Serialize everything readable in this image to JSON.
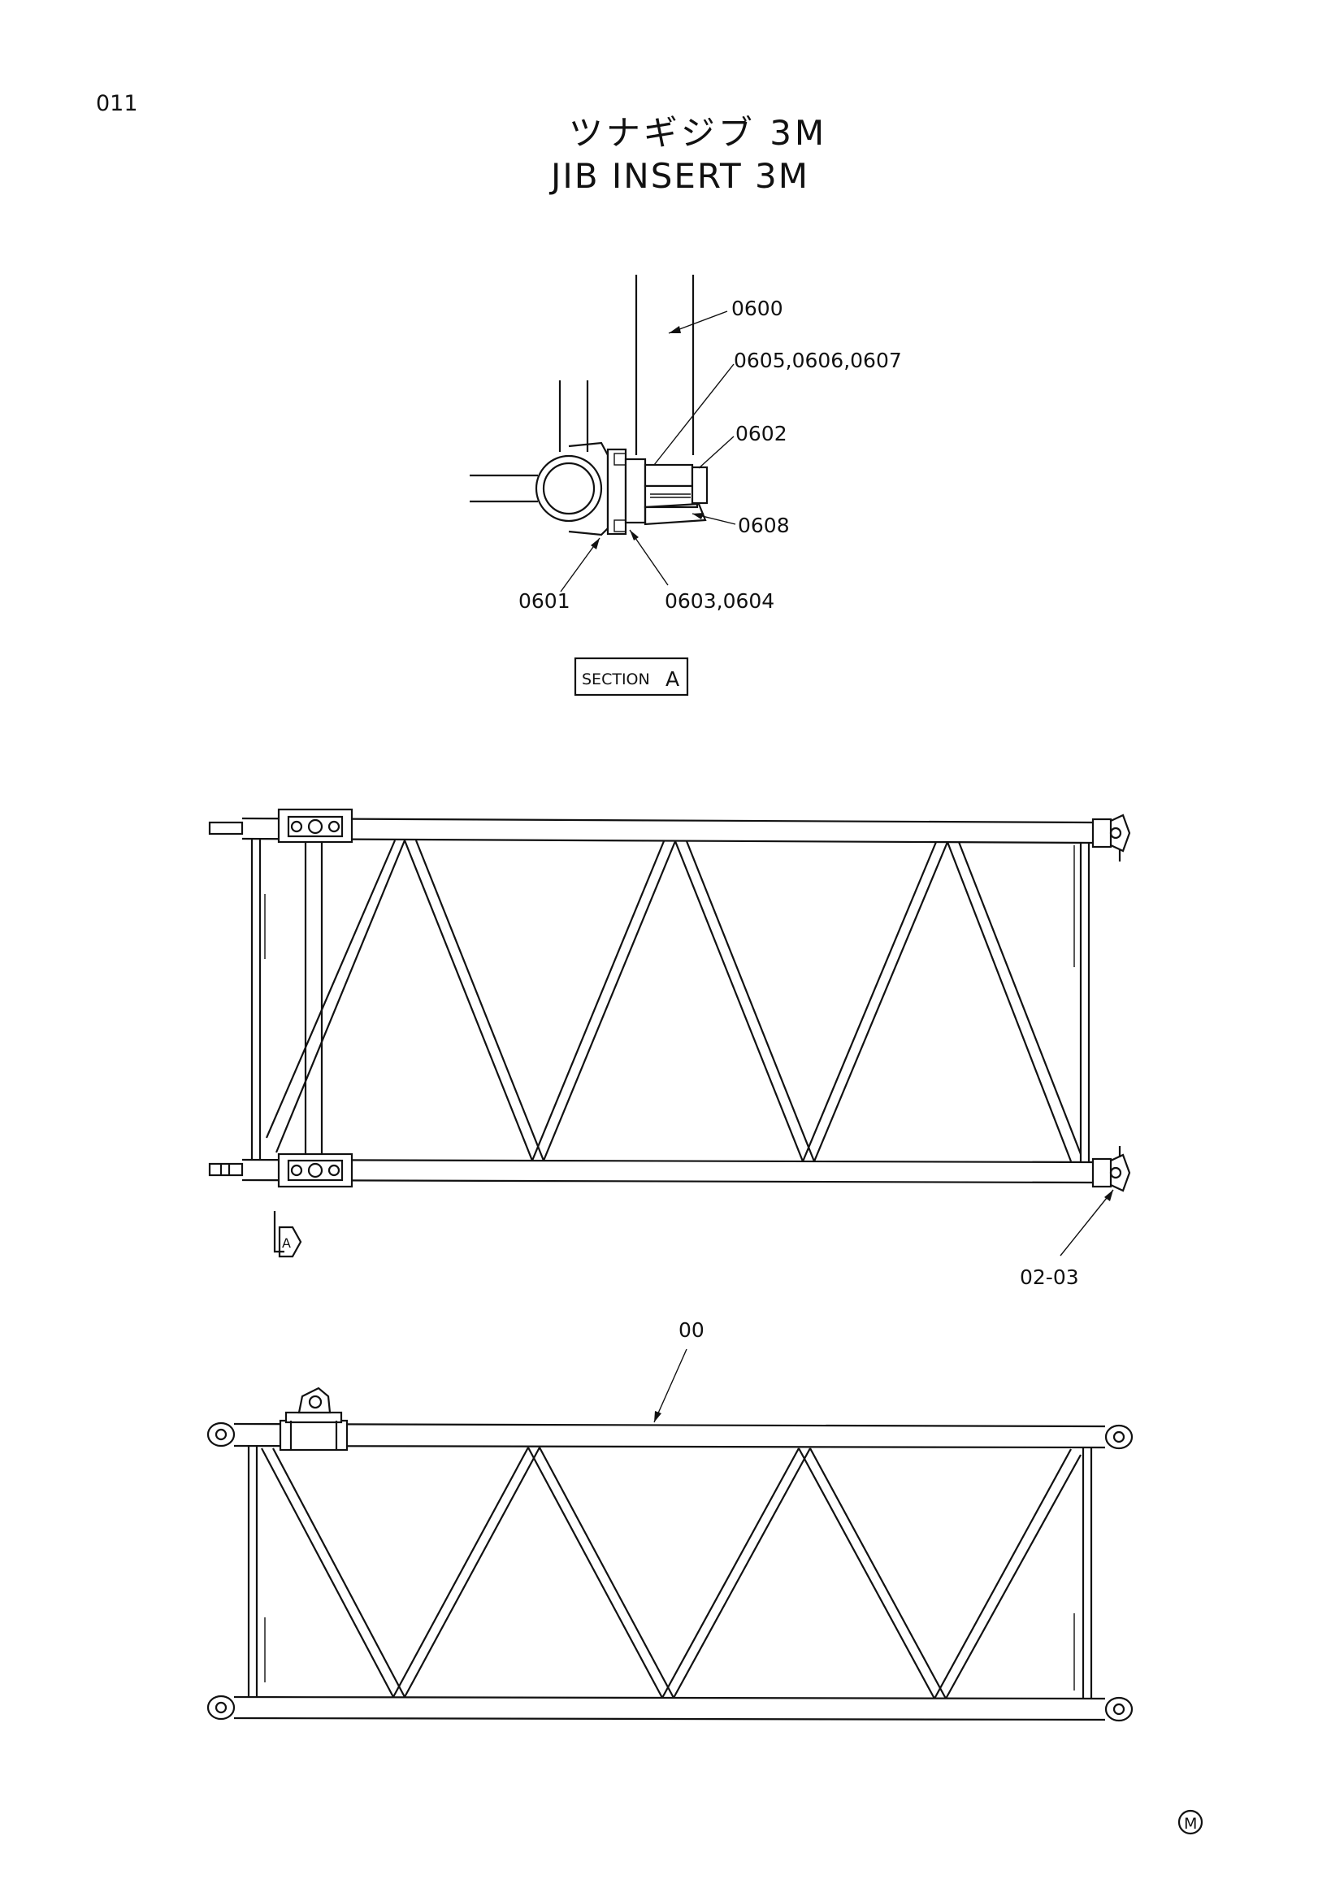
{
  "page": {
    "number": "011",
    "mark": "M"
  },
  "title": {
    "jp": "ツナギジブ 3M",
    "en": "JIB INSERT 3M"
  },
  "section_view": {
    "label": "SECTION",
    "letter": "A",
    "callouts": [
      "0600",
      "0605,0606,0607",
      "0602",
      "0608",
      "0601",
      "0603,0604"
    ]
  },
  "plan_view": {
    "section_arrow_letter": "A",
    "callout": "02-03"
  },
  "side_view": {
    "callout": "00"
  }
}
